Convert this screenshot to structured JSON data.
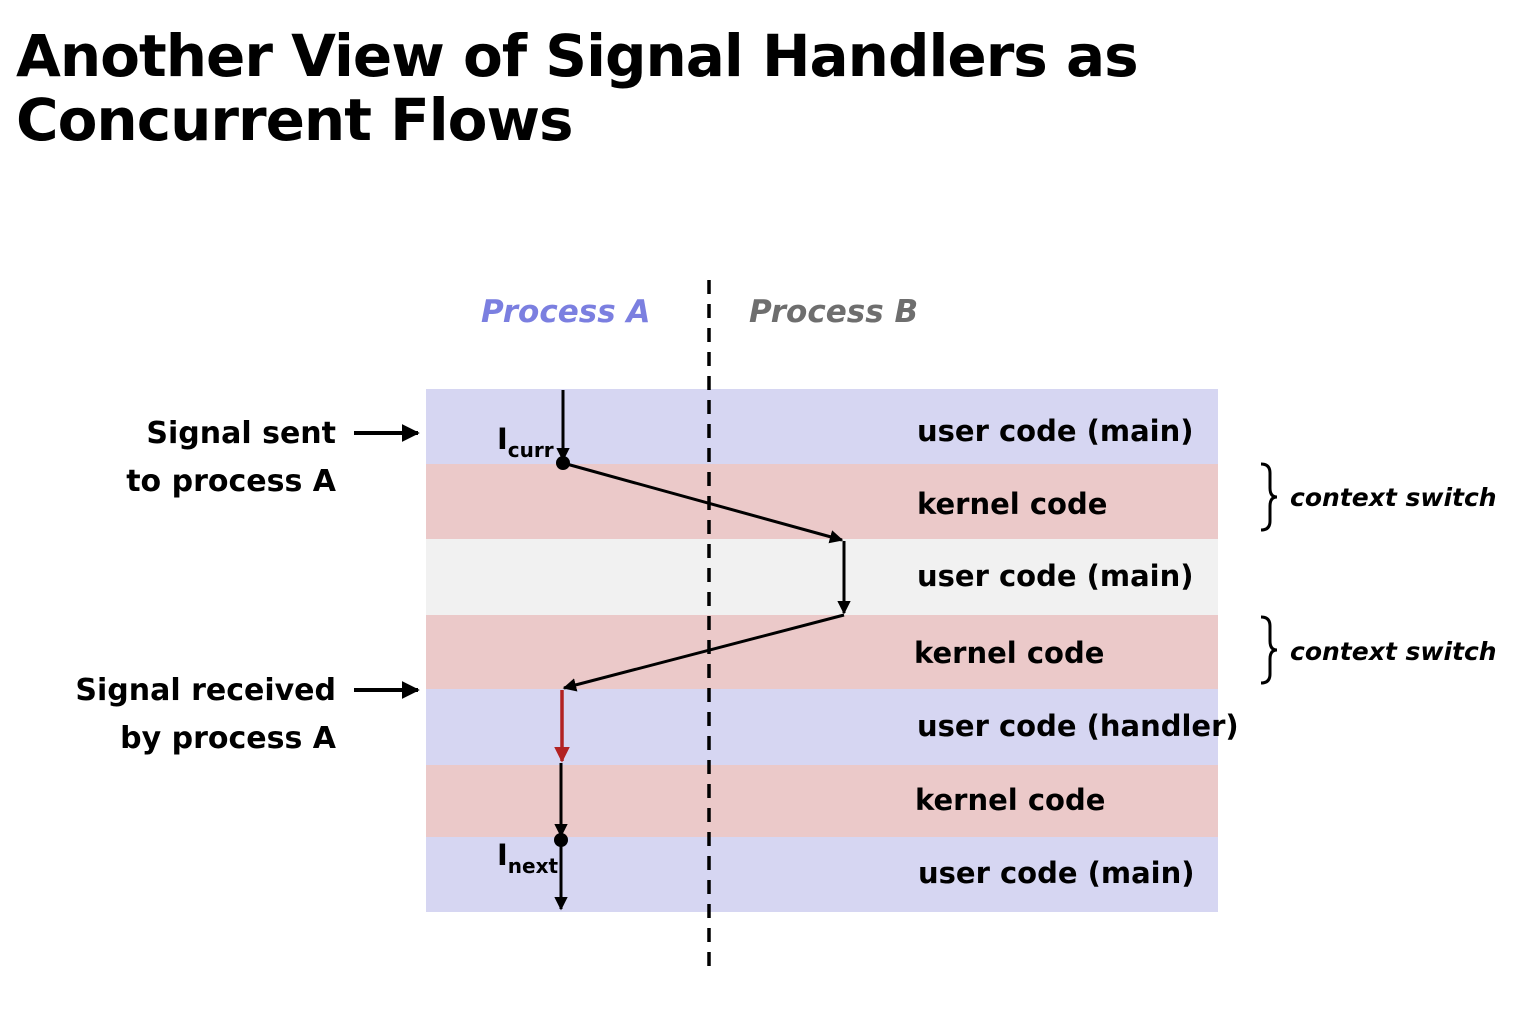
{
  "title": {
    "line1": "Another View of Signal Handlers as",
    "line2": "Concurrent Flows"
  },
  "processes": {
    "a": {
      "label": "Process A",
      "color": "#7B7FE0"
    },
    "b": {
      "label": "Process B",
      "color": "#6e6e6e"
    }
  },
  "bands": [
    {
      "label": "user code (main)",
      "kind": "user-a",
      "color": "#D6D6F2"
    },
    {
      "label": "kernel code",
      "kind": "kernel",
      "color": "#EBC9C9"
    },
    {
      "label": "user code (main)",
      "kind": "user-b",
      "color": "#F1F1F1"
    },
    {
      "label": "kernel code",
      "kind": "kernel",
      "color": "#EBC9C9"
    },
    {
      "label": "user code (handler)",
      "kind": "user-a",
      "color": "#D6D6F2"
    },
    {
      "label": "kernel code",
      "kind": "kernel",
      "color": "#EBC9C9"
    },
    {
      "label": "user code (main)",
      "kind": "user-a",
      "color": "#D6D6F2"
    }
  ],
  "side_labels": {
    "signal_sent": {
      "line1": "Signal sent",
      "line2": "to process A"
    },
    "signal_received": {
      "line1": "Signal received",
      "line2": "by process A"
    }
  },
  "context_switch": [
    "context switch",
    "context switch"
  ],
  "instructions": {
    "curr": {
      "base": "I",
      "sub": "curr"
    },
    "next": {
      "base": "I",
      "sub": "next"
    }
  },
  "colors": {
    "handler_arrow": "#B22222"
  }
}
